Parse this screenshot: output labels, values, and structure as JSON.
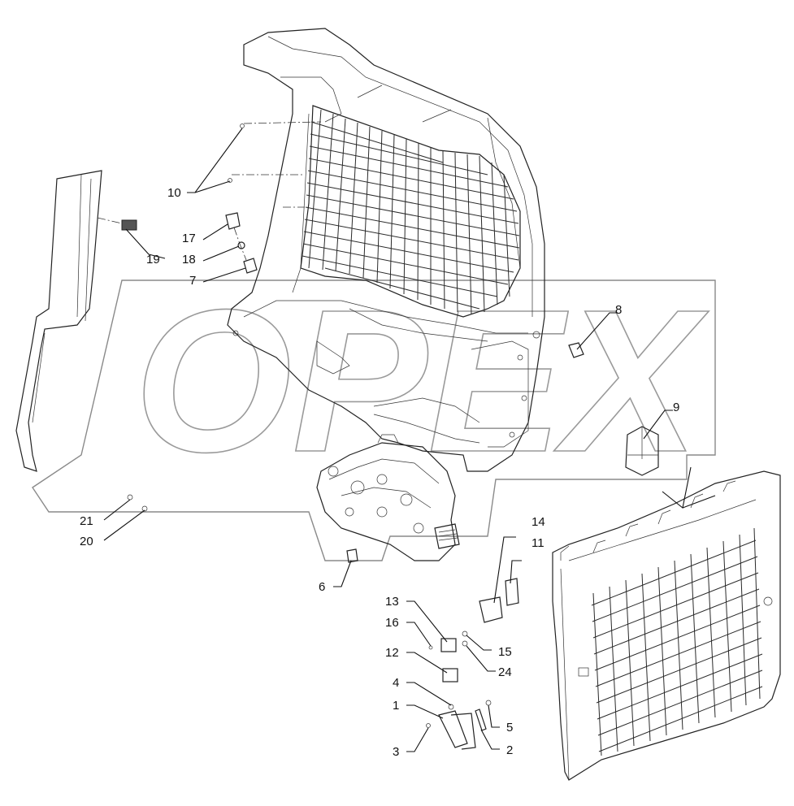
{
  "diagram": {
    "watermark": "OPEX",
    "callouts": [
      "1",
      "2",
      "3",
      "4",
      "5",
      "6",
      "7",
      "8",
      "9",
      "10",
      "11",
      "12",
      "13",
      "14",
      "15",
      "16",
      "17",
      "18",
      "19",
      "20",
      "21",
      "24"
    ]
  }
}
